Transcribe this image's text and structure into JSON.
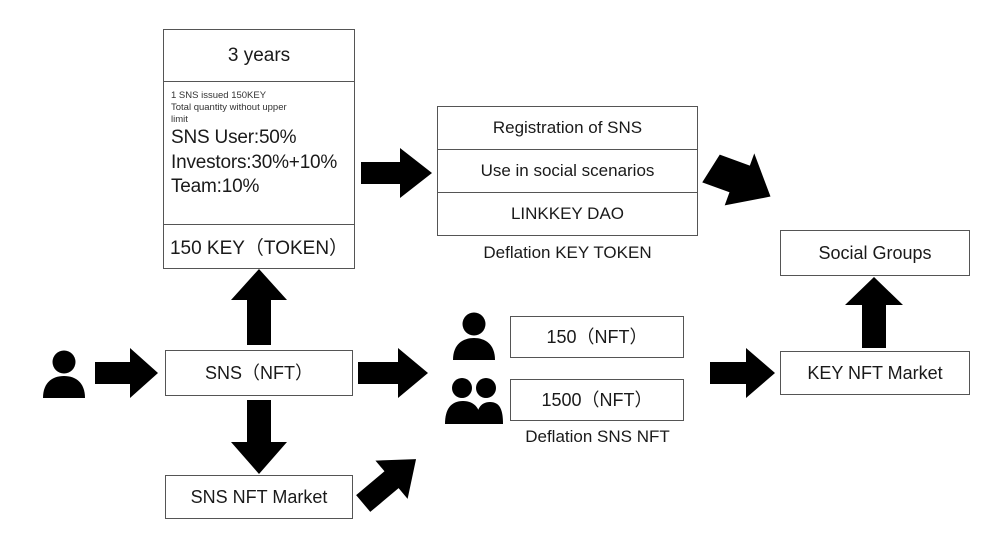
{
  "diagram": {
    "title": "LINKKEY SNS / KEY token flow diagram",
    "token_panel": {
      "name": "token-issuance-panel",
      "header": "3 years",
      "notes": [
        "1 SNS issued 150KEY",
        "Total quantity without upper",
        "limit"
      ],
      "allocations": [
        "SNS User:50%",
        "Investors:30%+10%",
        "Team:10%"
      ],
      "footer": "150 KEY（TOKEN）"
    },
    "key_usage": {
      "name": "key-usage-stack",
      "rows": [
        "Registration of SNS",
        "Use in social scenarios",
        "LINKKEY DAO"
      ],
      "caption": "Deflation KEY TOKEN"
    },
    "nft_values": {
      "name": "nft-values-group",
      "single": "150（NFT）",
      "group": "1500（NFT）",
      "caption": "Deflation SNS NFT"
    },
    "boxes": {
      "sns_nft": "SNS（NFT）",
      "sns_nft_market": "SNS NFT Market",
      "social_groups": "Social Groups",
      "key_nft_market": "KEY NFT Market"
    },
    "icons": {
      "user": "single-person-icon",
      "user_single": "single-person-icon",
      "user_group": "group-of-people-icon"
    },
    "arrows": [
      {
        "name": "arrow-user-to-sns-nft",
        "direction": "right"
      },
      {
        "name": "arrow-sns-nft-to-token-panel",
        "direction": "up"
      },
      {
        "name": "arrow-sns-nft-to-sns-market",
        "direction": "down"
      },
      {
        "name": "arrow-sns-nft-to-holders",
        "direction": "right"
      },
      {
        "name": "arrow-token-panel-to-key-usage",
        "direction": "right"
      },
      {
        "name": "arrow-key-usage-to-social-groups",
        "direction": "down-right"
      },
      {
        "name": "arrow-nft-values-to-key-market",
        "direction": "right"
      },
      {
        "name": "arrow-key-market-to-social-groups",
        "direction": "up"
      },
      {
        "name": "arrow-market-to-holders",
        "direction": "up-right"
      }
    ],
    "colors": {
      "arrow": "#000000",
      "box_border": "#555555",
      "background": "#ffffff",
      "text": "#1a1a1a"
    }
  }
}
